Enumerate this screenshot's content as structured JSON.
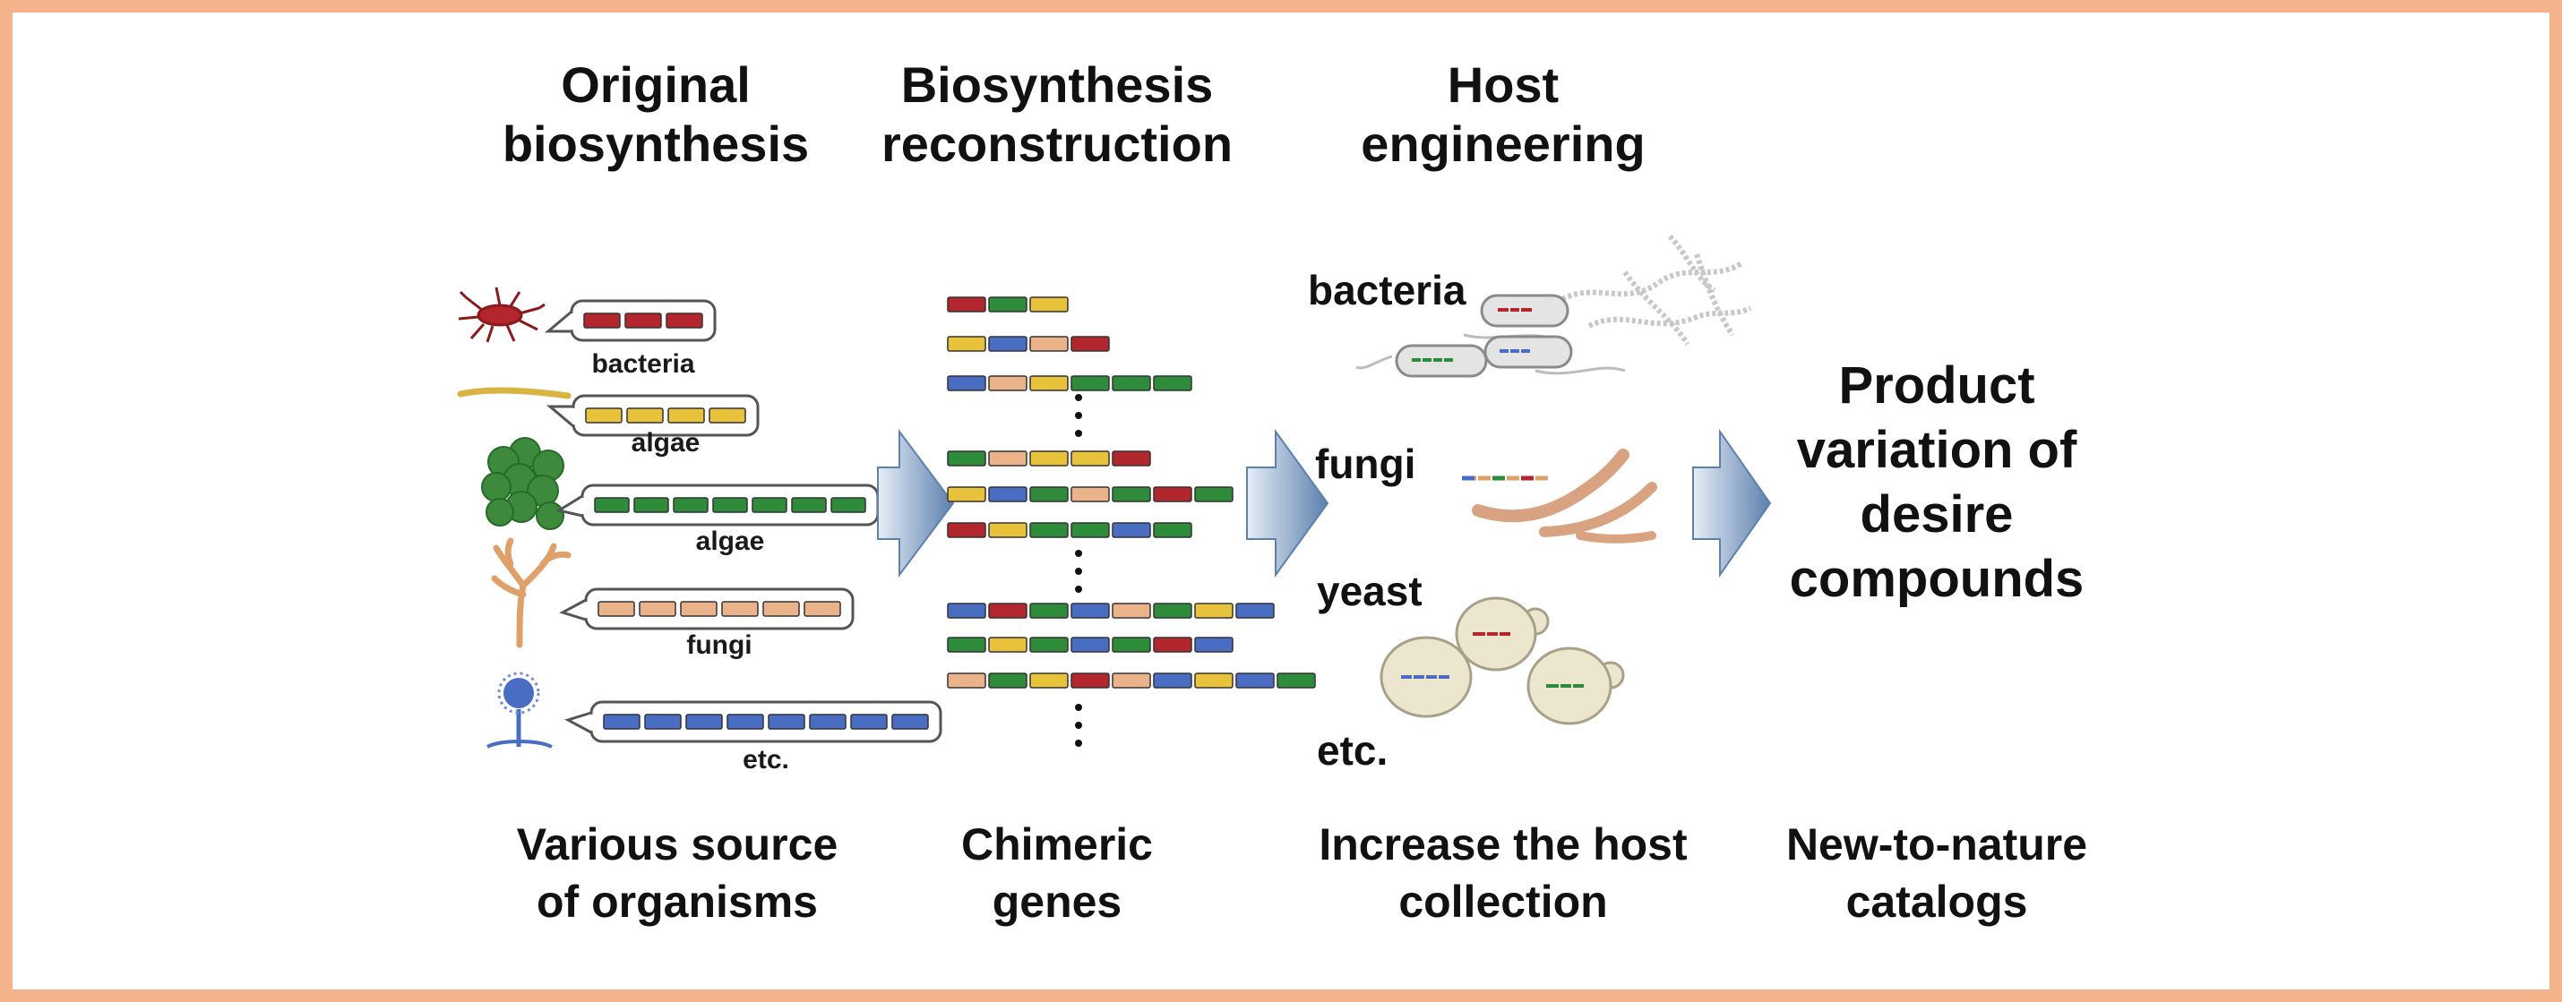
{
  "colors": {
    "red": "#b3262d",
    "yellow": "#e8c23a",
    "green": "#2e8b3a",
    "peach": "#eab38a",
    "blue": "#4a6dc4",
    "arrow_light": "#dbe6f2",
    "arrow_dark": "#6f8fb8",
    "border": "#f4b38a"
  },
  "headers": {
    "original": [
      "Original",
      "biosynthesis"
    ],
    "reconstruction": [
      "Biosynthesis",
      "reconstruction"
    ],
    "host": [
      "Host",
      "engineering"
    ]
  },
  "footers": {
    "original": [
      "Various source",
      "of organisms"
    ],
    "reconstruction": [
      "Chimeric",
      "genes"
    ],
    "host": [
      "Increase the host",
      "collection"
    ],
    "product": [
      "New-to-nature",
      "catalogs"
    ]
  },
  "organisms": [
    {
      "label": "bacteria",
      "icon": "bacteria-icon",
      "genes": [
        "red",
        "red",
        "red"
      ]
    },
    {
      "label": "algae",
      "icon": "filament-algae-icon",
      "genes": [
        "yellow",
        "yellow",
        "yellow",
        "yellow"
      ]
    },
    {
      "label": "algae",
      "icon": "colony-algae-icon",
      "genes": [
        "green",
        "green",
        "green",
        "green",
        "green",
        "green",
        "green"
      ]
    },
    {
      "label": "fungi",
      "icon": "mycelium-fungi-icon",
      "genes": [
        "peach",
        "peach",
        "peach",
        "peach",
        "peach",
        "peach"
      ]
    },
    {
      "label": "etc.",
      "icon": "sporangium-icon",
      "genes": [
        "blue",
        "blue",
        "blue",
        "blue",
        "blue",
        "blue",
        "blue",
        "blue"
      ]
    }
  ],
  "chimeric_rows": [
    [
      "red",
      "green",
      "yellow"
    ],
    [
      "yellow",
      "blue",
      "peach",
      "red"
    ],
    [
      "blue",
      "peach",
      "yellow",
      "green",
      "green",
      "green"
    ],
    [
      "green",
      "peach",
      "yellow",
      "yellow",
      "red"
    ],
    [
      "yellow",
      "blue",
      "green",
      "peach",
      "green",
      "red",
      "green"
    ],
    [
      "red",
      "yellow",
      "green",
      "green",
      "blue",
      "green"
    ],
    [
      "blue",
      "red",
      "green",
      "blue",
      "peach",
      "green",
      "yellow",
      "blue"
    ],
    [
      "green",
      "yellow",
      "green",
      "blue",
      "green",
      "red",
      "blue"
    ],
    [
      "peach",
      "green",
      "yellow",
      "red",
      "peach",
      "blue",
      "yellow",
      "blue",
      "green"
    ]
  ],
  "hosts": {
    "bacteria": "bacteria",
    "fungi": "fungi",
    "yeast": "yeast",
    "etc": "etc."
  },
  "product": [
    "Product",
    "variation of",
    "desire",
    "compounds"
  ]
}
